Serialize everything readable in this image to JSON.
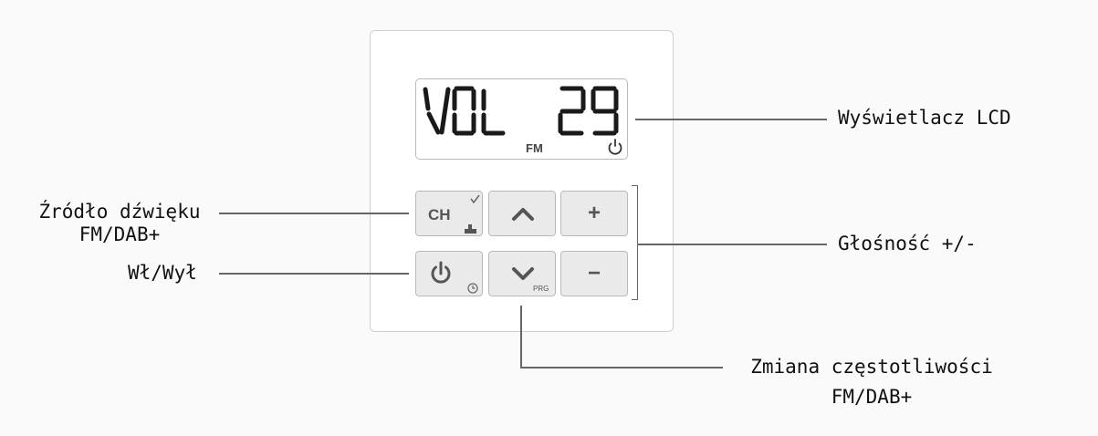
{
  "lcd": {
    "main_text": "VOL",
    "value": "29",
    "band": "FM",
    "power_icon": "power-icon"
  },
  "buttons": {
    "ch": {
      "label": "CH",
      "icons": [
        "check-icon",
        "signal-bars-icon"
      ]
    },
    "up": {
      "icon": "chevron-up-icon"
    },
    "plus": {
      "label": "+"
    },
    "power": {
      "icons": [
        "power-icon",
        "clock-icon"
      ]
    },
    "down": {
      "icon": "chevron-down-icon",
      "sub_label": "PRG"
    },
    "minus": {
      "label": "−"
    }
  },
  "annotations": {
    "lcd": "Wyświetlacz LCD",
    "source_line1": "Źródło dźwięku",
    "source_line2": "FM/DAB+",
    "power": "Wł/Wył",
    "volume": "Głośność +/-",
    "freq_line1": "Zmiana częstotliwości",
    "freq_line2": "FM/DAB+"
  },
  "colors": {
    "panel_border": "#cfcfcf",
    "button_bg": "#eaeaea",
    "lcd_segment": "#1a1a1a",
    "leader_line": "#666666"
  }
}
